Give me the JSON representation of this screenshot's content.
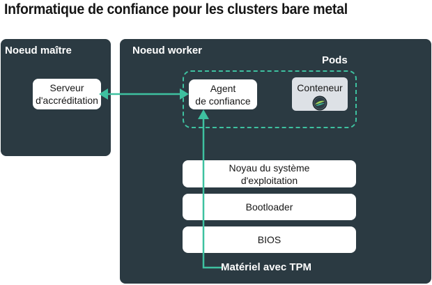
{
  "title": "Informatique de confiance pour les clusters bare metal",
  "master_node": {
    "label": "Noeud maître",
    "server_box": "Serveur\nd'accréditation"
  },
  "worker_node": {
    "label": "Noeud worker",
    "pods": {
      "label": "Pods",
      "agent_box": "Agent\nde confiance",
      "container": {
        "label": "Conteneur",
        "icon": "container-icon"
      }
    },
    "stack": [
      "Noyau du système\nd'exploitation",
      "Bootloader",
      "BIOS"
    ],
    "hardware_label": "Matériel avec TPM"
  },
  "colors": {
    "node_bg": "#2b3a42",
    "accent": "#3ec1a0",
    "box_bg": "#ffffff",
    "container_bg": "#dde1e6"
  }
}
